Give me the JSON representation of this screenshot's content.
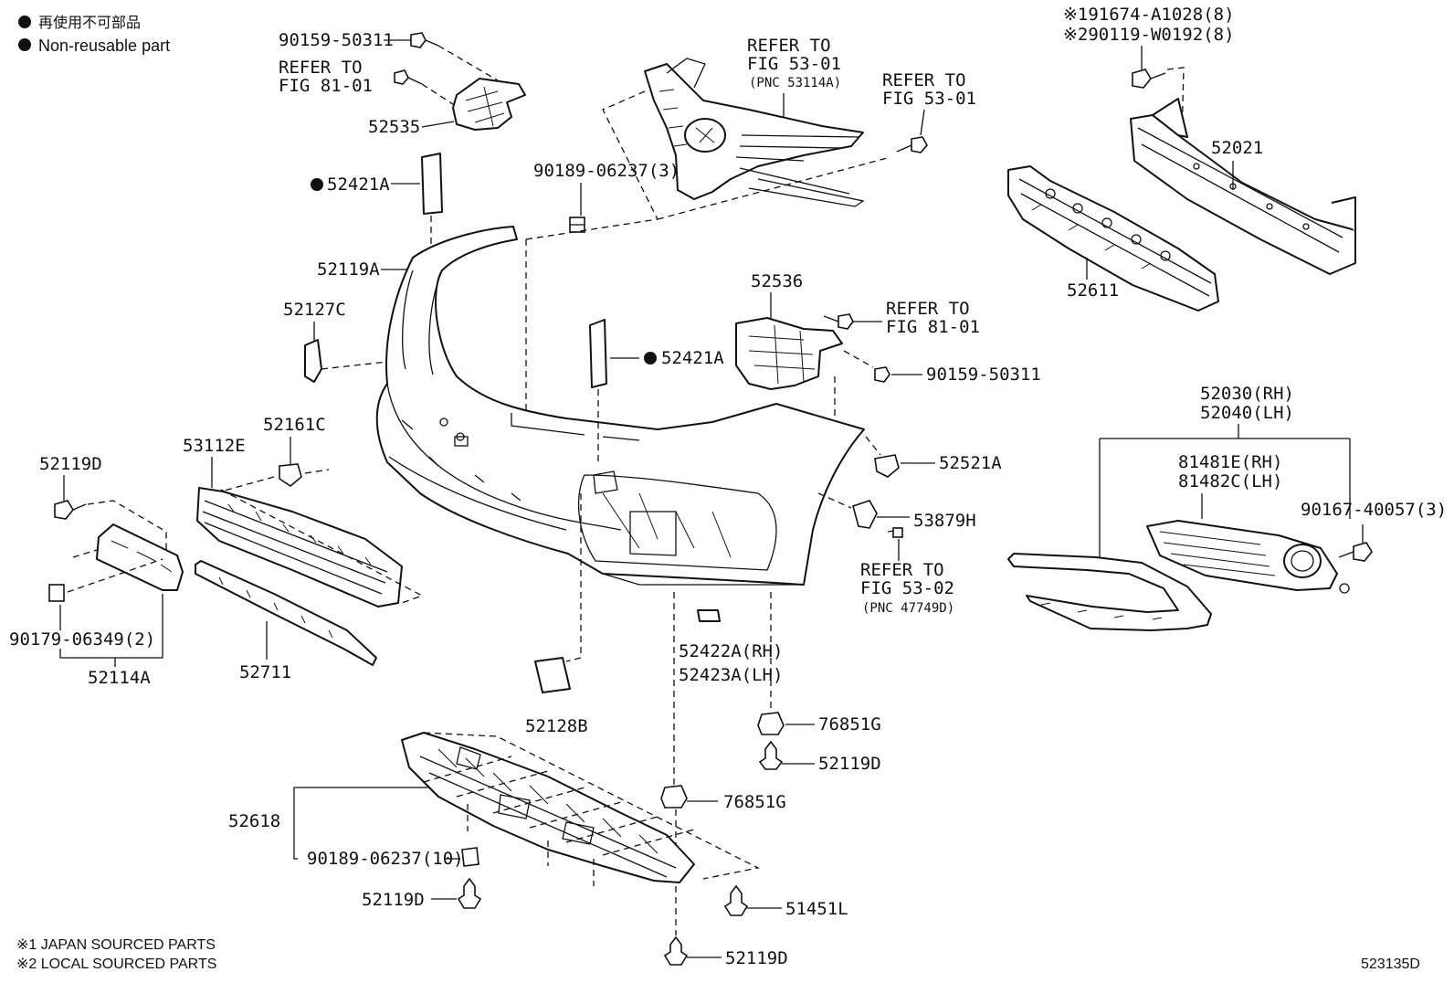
{
  "legend": {
    "non_reusable_jp": "再使用不可部品",
    "non_reusable_en": "Non-reusable part"
  },
  "footnotes": {
    "note1": "※1 JAPAN SOURCED PARTS",
    "note2": "※2 LOCAL SOURCED PARTS"
  },
  "diagram_id": "523135D",
  "refs": {
    "refer_to": "REFER TO",
    "fig_81_01": "FIG 81-01",
    "fig_53_01": "FIG 53-01",
    "fig_53_02": "FIG 53-02",
    "pnc_53114a": "(PNC 53114A)",
    "pnc_47749d": "(PNC 47749D)"
  },
  "parts": {
    "p90159_50311_top": "90159-50311",
    "p52535": "52535",
    "p52421a_left": "52421A",
    "p52421a_center": "52421A",
    "p52119a": "52119A",
    "p52127c": "52127C",
    "p90189_06237_3": "90189-06237(3)",
    "p52536": "52536",
    "p90159_50311_right": "90159-50311",
    "p52521a": "52521A",
    "p53879h": "53879H",
    "p52161c": "52161C",
    "p53112e": "53112E",
    "p52119d_left": "52119D",
    "p90179_06349_2": "90179-06349(2)",
    "p52114a": "52114A",
    "p52711": "52711",
    "p52128b": "52128B",
    "p52422a_rh": "52422A(RH)",
    "p52423a_lh": "52423A(LH)",
    "p76851g_right": "76851G",
    "p52119d_right": "52119D",
    "p76851g_center": "76851G",
    "p52618": "52618",
    "p90189_06237_10": "90189-06237(10)",
    "p52119d_bottom_left": "52119D",
    "p51451l": "51451L",
    "p52119d_bottom": "52119D",
    "p191674_a1028": "※191674-A1028(8)",
    "p290119_w0192": "※290119-W0192(8)",
    "p52021": "52021",
    "p52611": "52611",
    "p52030_rh": "52030(RH)",
    "p52040_lh": "52040(LH)",
    "p81481e_rh": "81481E(RH)",
    "p81482c_lh": "81482C(LH)",
    "p90167_40057_3": "90167-40057(3)"
  }
}
